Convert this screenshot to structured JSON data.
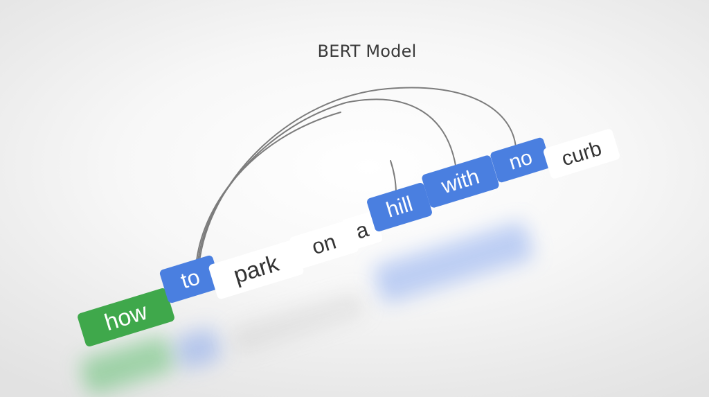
{
  "title": "BERT Model",
  "query_words": [
    {
      "text": "how",
      "style": "green"
    },
    {
      "text": "to",
      "style": "blue"
    },
    {
      "text": "park",
      "style": "white"
    },
    {
      "text": "on",
      "style": "white"
    },
    {
      "text": "a",
      "style": "white"
    },
    {
      "text": "hill",
      "style": "blue"
    },
    {
      "text": "with",
      "style": "blue"
    },
    {
      "text": "no",
      "style": "blue"
    },
    {
      "text": "curb",
      "style": "white"
    }
  ],
  "attention_links": [
    {
      "from": "to",
      "to": "hill"
    },
    {
      "from": "to",
      "to": "with"
    },
    {
      "from": "to",
      "to": "no"
    }
  ],
  "colors": {
    "green": "#3fa84b",
    "blue": "#4a7fe0",
    "white": "#ffffff",
    "white_text": "#333333",
    "arc": "#7c7c7c"
  }
}
